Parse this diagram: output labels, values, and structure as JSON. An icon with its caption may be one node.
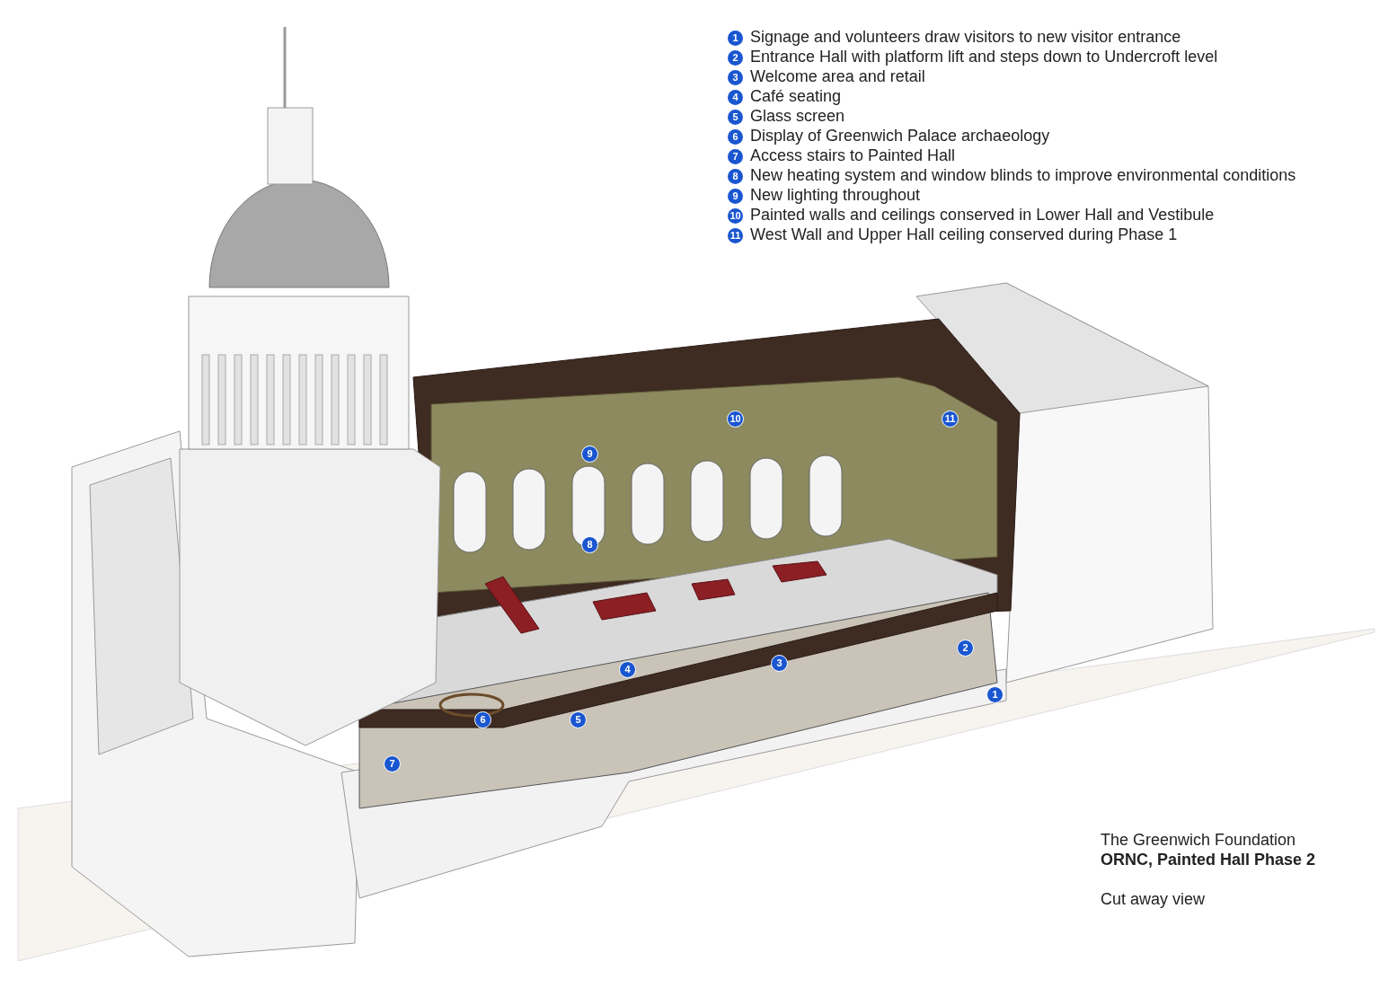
{
  "diagram": {
    "labels": [
      "1",
      "Signage and volunteers draw visitors to new visitor entrance",
      "2",
      "Entrance Hall with platform lift and steps down to Undercroft level",
      "3",
      "Welcome area and retail",
      "4",
      "Café seating",
      "5",
      "Glass screen",
      "6",
      "Display of Greenwich Palace archaeology",
      "7",
      "Access stairs to Painted Hall",
      "8",
      "New heating system and window blinds to improve environmental conditions",
      "9",
      "New lighting throughout",
      "10",
      "Painted walls and ceilings conserved in Lower Hall and Vestibule",
      "11",
      "West Wall and Upper Hall ceiling conserved during Phase 1",
      "10",
      "11",
      "9",
      "8",
      "2",
      "3",
      "4",
      "1",
      "6",
      "5",
      "7",
      "The Greenwich Foundation",
      "ORNC, Painted Hall Phase 2",
      "Cut away view"
    ]
  }
}
